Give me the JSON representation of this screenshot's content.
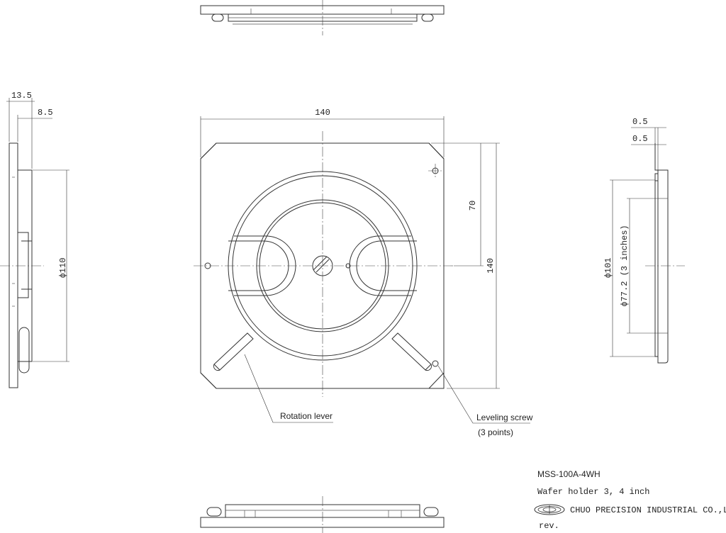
{
  "dims": {
    "side_13_5": "13.5",
    "side_8_5": "8.5",
    "side_dia_110": "ϕ110",
    "top_140": "140",
    "right_70": "70",
    "right_140": "140",
    "rv_0_5_a": "0.5",
    "rv_0_5_b": "0.5",
    "rv_dia_101": "ϕ101",
    "rv_dia_77_2": "ϕ77.2 (3 inches)"
  },
  "callouts": {
    "rotation_lever": "Rotation lever",
    "leveling_screw": "Leveling screw",
    "leveling_screw_note": "(3 points)"
  },
  "title_block": {
    "model": "MSS-100A-4WH",
    "description": "Wafer holder 3, 4 inch",
    "company": "CHUO PRECISION INDUSTRIAL CO.,LTD.",
    "rev": "rev."
  }
}
